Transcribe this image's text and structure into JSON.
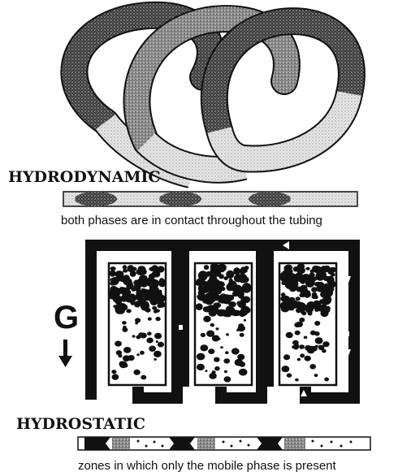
{
  "hydrodynamic": {
    "label": "HYDRODYNAMIC",
    "caption": "both phases are in contact throughout the tubing"
  },
  "gravity": {
    "label": "G"
  },
  "hydrostatic": {
    "label": "HYDROSTATIC",
    "caption": "zones in which only the mobile phase is present"
  }
}
